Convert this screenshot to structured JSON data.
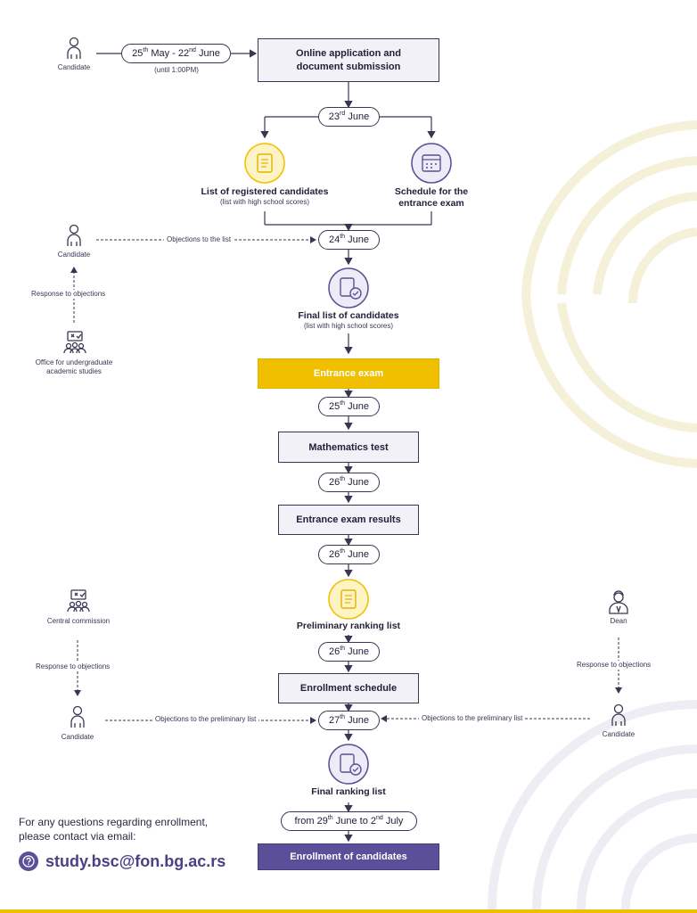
{
  "timeline": {
    "application_date": {
      "d1": "25",
      "s1": "th",
      "m1": "May - 22",
      "s2": "nd",
      "m2": "June"
    },
    "application_note": "(until 1:00PM)",
    "application_box": "Online application and document submission",
    "date_23": {
      "d": "23",
      "s": "rd",
      "m": "June"
    },
    "registered_list": "List of registered candidates",
    "registered_note": "(list with high school scores)",
    "exam_schedule": "Schedule for the entrance exam",
    "date_24": {
      "d": "24",
      "s": "th",
      "m": "June"
    },
    "final_list": "Final list of candidates",
    "final_list_note": "(list with high school scores)",
    "entrance_exam": "Entrance exam",
    "date_25": {
      "d": "25",
      "s": "th",
      "m": "June"
    },
    "math_test": "Mathematics test",
    "date_26a": {
      "d": "26",
      "s": "th",
      "m": "June"
    },
    "exam_results": "Entrance exam results",
    "date_26b": {
      "d": "26",
      "s": "th",
      "m": "June"
    },
    "preliminary": "Preliminary ranking list",
    "date_26c": {
      "d": "26",
      "s": "th",
      "m": "June"
    },
    "enrollment_schedule": "Enrollment schedule",
    "date_27": {
      "d": "27",
      "s": "th",
      "m": "June"
    },
    "final_ranking": "Final ranking list",
    "enroll_date": {
      "pre": "from 29",
      "s1": "th",
      "mid": "June to 2",
      "s2": "nd",
      "post": "July"
    },
    "enrollment": "Enrollment of candidates"
  },
  "actors": {
    "candidate": "Candidate",
    "office": "Office for undergraduate academic studies",
    "central_commission": "Central commission",
    "dean": "Dean"
  },
  "arrows": {
    "objections_list": "Objections to the list",
    "response_objections": "Response to objections",
    "objections_prelim": "Objections to the preliminary list"
  },
  "contact": {
    "text": "For any questions regarding enrollment, please contact via email:",
    "email": "study.bsc@fon.bg.ac.rs"
  },
  "colors": {
    "purple": "#5a4f98",
    "yellow": "#f0c000",
    "light": "#f2f1f8",
    "line": "#3a3552"
  }
}
